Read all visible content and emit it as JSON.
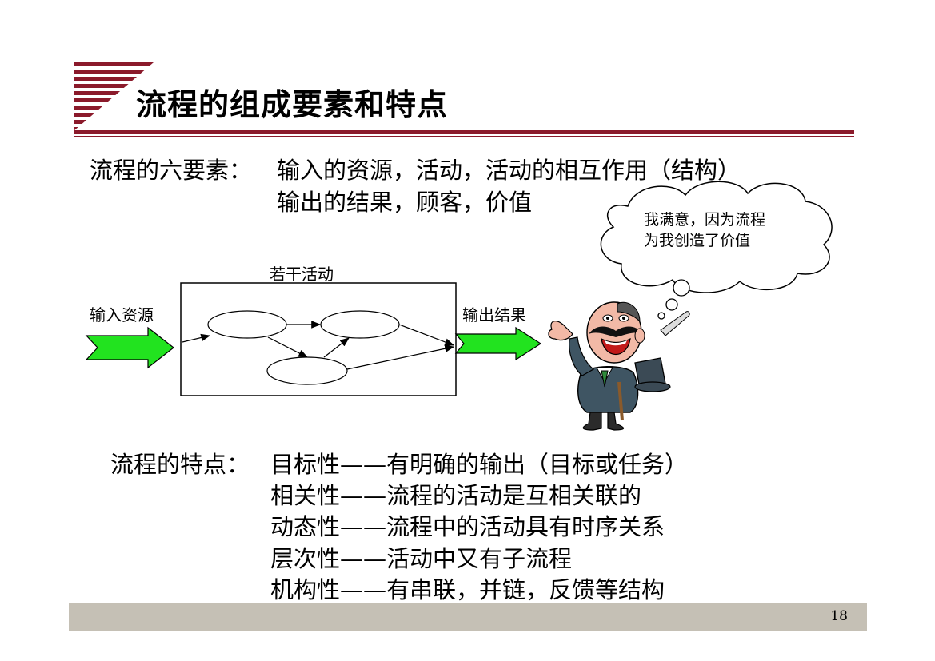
{
  "header": {
    "title": "流程的组成要素和特点"
  },
  "six_elements": {
    "label": "流程的六要素：",
    "line1": "输入的资源，活动，活动的相互作用（结构）",
    "line2": "输出的结果，顾客，价值"
  },
  "diagram": {
    "activities_label": "若干活动",
    "input_label": "输入资源",
    "output_label": "输出结果",
    "thought": {
      "line1": "我满意，因为流程",
      "line2": "为我创造了价值"
    }
  },
  "characteristics": {
    "label": "流程的特点：",
    "items": [
      "目标性——有明确的输出（目标或任务）",
      "相关性——流程的活动是互相关联的",
      "动态性——流程中的活动具有时序关系",
      "层次性——活动中又有子流程",
      "机构性——有串联，并链，反馈等结构"
    ]
  },
  "footer": {
    "page_number": "18"
  },
  "colors": {
    "accent": "#8b1a2b",
    "arrow": "#22e31f",
    "footer_bar": "#c5c0b5"
  }
}
